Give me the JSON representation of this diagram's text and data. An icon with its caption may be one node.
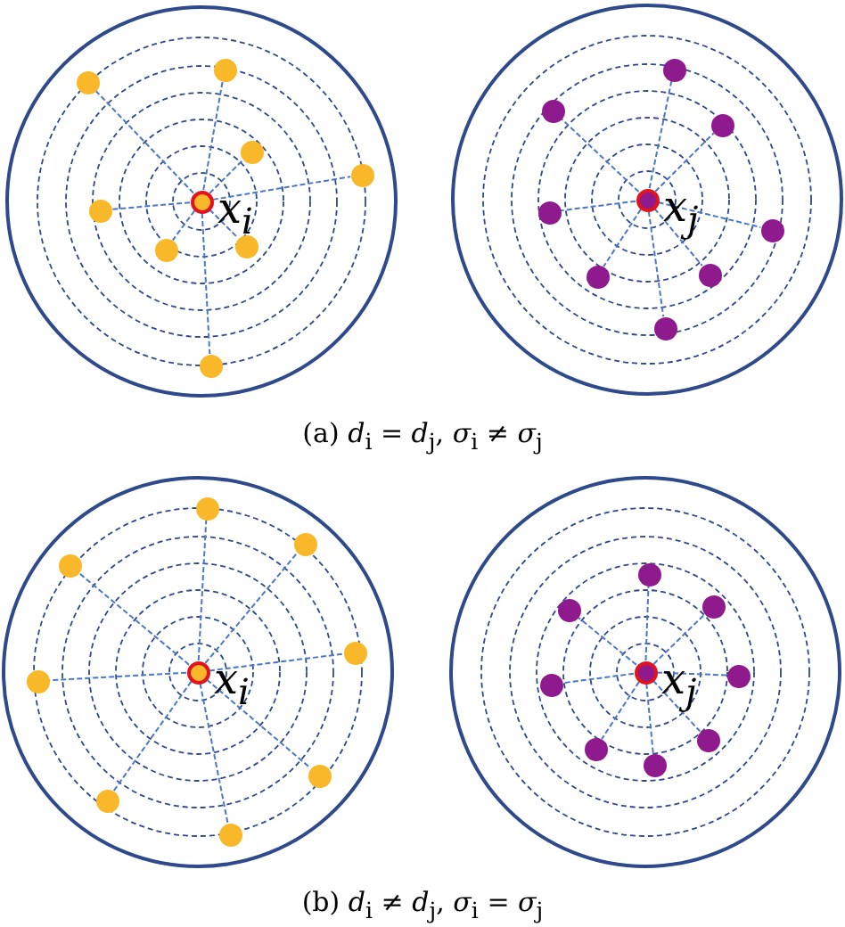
{
  "diagram": {
    "nodes": [
      {
        "text": [],
        "shape": "circle",
        "beside": [
          "x$_{i}$"
        ]
      },
      {
        "text": [],
        "shape": "circle"
      },
      {
        "text": [],
        "shape": "circle"
      },
      {
        "text": [],
        "shape": "circle"
      },
      {
        "text": [],
        "shape": "circle"
      },
      {
        "text": [],
        "shape": "circle"
      },
      {
        "text": [],
        "shape": "circle"
      },
      {
        "text": [],
        "shape": "circle"
      },
      {
        "text": [],
        "shape": "circle"
      },
      {
        "text": [],
        "shape": "circle",
        "beside": [
          "x$_{j}$"
        ]
      },
      {
        "text": [],
        "shape": "circle"
      },
      {
        "text": [],
        "shape": "circle"
      },
      {
        "text": [],
        "shape": "circle"
      },
      {
        "text": [],
        "shape": "circle"
      },
      {
        "text": [],
        "shape": "circle"
      },
      {
        "text": [],
        "shape": "circle"
      },
      {
        "text": [],
        "shape": "circle"
      },
      {
        "text": [],
        "shape": "circle"
      },
      {
        "text": [],
        "shape": "circle",
        "beside": [
          "x$_{i}$"
        ]
      },
      {
        "text": [],
        "shape": "circle"
      },
      {
        "text": [],
        "shape": "circle"
      },
      {
        "text": [],
        "shape": "circle"
      },
      {
        "text": [],
        "shape": "circle"
      },
      {
        "text": [],
        "shape": "circle"
      },
      {
        "text": [],
        "shape": "circle"
      },
      {
        "text": [],
        "shape": "circle"
      },
      {
        "text": [],
        "shape": "circle"
      },
      {
        "text": [],
        "shape": "circle",
        "beside": [
          "x$_{j}$"
        ]
      },
      {
        "text": [],
        "shape": "circle"
      },
      {
        "text": [],
        "shape": "circle"
      },
      {
        "text": [],
        "shape": "circle"
      },
      {
        "text": [],
        "shape": "circle"
      },
      {
        "text": [],
        "shape": "circle"
      },
      {
        "text": [],
        "shape": "circle"
      },
      {
        "text": [],
        "shape": "circle"
      },
      {
        "text": [],
        "shape": "circle"
      }
    ],
    "edges": [
      {
        "from": 0,
        "to": 1,
        "arrow": "none",
        "style": "dashed"
      },
      {
        "from": 0,
        "to": 2,
        "arrow": "none",
        "style": "dashed"
      },
      {
        "from": 0,
        "to": 3,
        "arrow": "none",
        "style": "dashed"
      },
      {
        "from": 0,
        "to": 4,
        "arrow": "none",
        "style": "dashed"
      },
      {
        "from": 0,
        "to": 5,
        "arrow": "none",
        "style": "dashed"
      },
      {
        "from": 0,
        "to": 6,
        "arrow": "none",
        "style": "dashed"
      },
      {
        "from": 0,
        "to": 7,
        "arrow": "none",
        "style": "dashed"
      },
      {
        "from": 0,
        "to": 8,
        "arrow": "none",
        "style": "dashed"
      },
      {
        "from": 9,
        "to": 10,
        "arrow": "none",
        "style": "dashed"
      },
      {
        "from": 9,
        "to": 11,
        "arrow": "none",
        "style": "dashed"
      },
      {
        "from": 9,
        "to": 12,
        "arrow": "none",
        "style": "dashed"
      },
      {
        "from": 9,
        "to": 13,
        "arrow": "none",
        "style": "dashed"
      },
      {
        "from": 9,
        "to": 14,
        "arrow": "none",
        "style": "dashed"
      },
      {
        "from": 9,
        "to": 15,
        "arrow": "none",
        "style": "dashed"
      },
      {
        "from": 9,
        "to": 16,
        "arrow": "none",
        "style": "dashed"
      },
      {
        "from": 9,
        "to": 17,
        "arrow": "none",
        "style": "dashed"
      },
      {
        "from": 18,
        "to": 19,
        "arrow": "none",
        "style": "dashed"
      },
      {
        "from": 18,
        "to": 20,
        "arrow": "none",
        "style": "dashed"
      },
      {
        "from": 18,
        "to": 21,
        "arrow": "none",
        "style": "dashed"
      },
      {
        "from": 18,
        "to": 22,
        "arrow": "none",
        "style": "dashed"
      },
      {
        "from": 18,
        "to": 23,
        "arrow": "none",
        "style": "dashed"
      },
      {
        "from": 18,
        "to": 24,
        "arrow": "none",
        "style": "dashed"
      },
      {
        "from": 18,
        "to": 25,
        "arrow": "none",
        "style": "dashed"
      },
      {
        "from": 18,
        "to": 26,
        "arrow": "none",
        "style": "dashed"
      },
      {
        "from": 27,
        "to": 28,
        "arrow": "none",
        "style": "dashed"
      },
      {
        "from": 27,
        "to": 29,
        "arrow": "none",
        "style": "dashed"
      },
      {
        "from": 27,
        "to": 30,
        "arrow": "none",
        "style": "dashed"
      },
      {
        "from": 27,
        "to": 31,
        "arrow": "none",
        "style": "dashed"
      },
      {
        "from": 27,
        "to": 32,
        "arrow": "none",
        "style": "dashed"
      },
      {
        "from": 27,
        "to": 33,
        "arrow": "none",
        "style": "dashed"
      },
      {
        "from": 27,
        "to": 34,
        "arrow": "none",
        "style": "dashed"
      },
      {
        "from": 27,
        "to": 35,
        "arrow": "none",
        "style": "dashed"
      }
    ],
    "labels": [
      "(a) *d*$_{i}$ = *d*$_{j}$, *σ*$_{i}$ ≠ *σ*$_{j}$",
      "(b) *d*$_{i}$ ≠ *d*$_{j}$, *σ*$_{i}$ = *σ*$_{j}$"
    ]
  }
}
